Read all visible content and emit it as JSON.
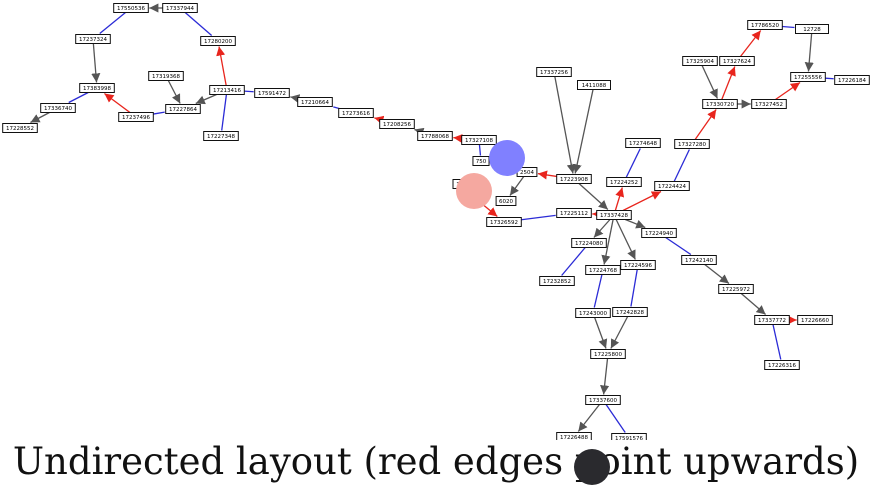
{
  "caption": "Undirected layout (red edges point upwards)",
  "colors": {
    "red": "#e8251d",
    "blue": "#2b2bd6",
    "black": "#555555",
    "blue_circle": "#8080ff",
    "pink_circle": "#f5a8a0",
    "dark_circle": "#2a2a2e"
  },
  "nodes": [
    {
      "id": "n1",
      "label": "17550536"
    },
    {
      "id": "n2",
      "label": "17337944"
    },
    {
      "id": "n3",
      "label": "17237324"
    },
    {
      "id": "n4",
      "label": "17280200"
    },
    {
      "id": "n5",
      "label": "17319368"
    },
    {
      "id": "n6",
      "label": "17383998"
    },
    {
      "id": "n7",
      "label": "17336740"
    },
    {
      "id": "n8",
      "label": "17228552"
    },
    {
      "id": "n9",
      "label": "17237496"
    },
    {
      "id": "n10",
      "label": "17227864"
    },
    {
      "id": "n11",
      "label": "17213416"
    },
    {
      "id": "n12",
      "label": "17591472"
    },
    {
      "id": "n13",
      "label": "17227348"
    },
    {
      "id": "n14",
      "label": "17210664"
    },
    {
      "id": "n15",
      "label": "17273616"
    },
    {
      "id": "n16",
      "label": "17208256"
    },
    {
      "id": "n17",
      "label": "17788068"
    },
    {
      "id": "n18",
      "label": "17327108"
    },
    {
      "id": "n19",
      "label": "750"
    },
    {
      "id": "n20",
      "label": "1"
    },
    {
      "id": "n21",
      "label": "2504"
    },
    {
      "id": "n22",
      "label": "6020"
    },
    {
      "id": "n23",
      "label": "17326592"
    },
    {
      "id": "n24",
      "label": "17337256"
    },
    {
      "id": "n25",
      "label": "1411088"
    },
    {
      "id": "n26",
      "label": "17223908"
    },
    {
      "id": "n27",
      "label": "17274648"
    },
    {
      "id": "n28",
      "label": "17224252"
    },
    {
      "id": "n29",
      "label": "17225112"
    },
    {
      "id": "n30",
      "label": "17337428"
    },
    {
      "id": "n31",
      "label": "17224424"
    },
    {
      "id": "n32",
      "label": "17327280"
    },
    {
      "id": "n33",
      "label": "17325904"
    },
    {
      "id": "n34",
      "label": "17330720"
    },
    {
      "id": "n35",
      "label": "17327624"
    },
    {
      "id": "n36",
      "label": "17786520"
    },
    {
      "id": "n37",
      "label": "12728"
    },
    {
      "id": "n38",
      "label": "17255556"
    },
    {
      "id": "n39",
      "label": "17226184"
    },
    {
      "id": "n40",
      "label": "17327452"
    },
    {
      "id": "n41",
      "label": "17224080"
    },
    {
      "id": "n42",
      "label": "17232852"
    },
    {
      "id": "n43",
      "label": "17224768"
    },
    {
      "id": "n44",
      "label": "17224596"
    },
    {
      "id": "n45",
      "label": "17224940"
    },
    {
      "id": "n46",
      "label": "17242140"
    },
    {
      "id": "n47",
      "label": "17225972"
    },
    {
      "id": "n48",
      "label": "17337772"
    },
    {
      "id": "n49",
      "label": "17226660"
    },
    {
      "id": "n50",
      "label": "17226316"
    },
    {
      "id": "n51",
      "label": "17243000"
    },
    {
      "id": "n52",
      "label": "17242828"
    },
    {
      "id": "n53",
      "label": "17225800"
    },
    {
      "id": "n54",
      "label": "17337600"
    },
    {
      "id": "n55",
      "label": "17226488"
    },
    {
      "id": "n56",
      "label": "17591576"
    }
  ],
  "edges": [
    {
      "from": "n2",
      "to": "n1",
      "color": "black",
      "arrow": true
    },
    {
      "from": "n1",
      "to": "n3",
      "color": "blue",
      "arrow": false
    },
    {
      "from": "n2",
      "to": "n4",
      "color": "blue",
      "arrow": false
    },
    {
      "from": "n3",
      "to": "n6",
      "color": "black",
      "arrow": true
    },
    {
      "from": "n6",
      "to": "n7",
      "color": "blue",
      "arrow": false
    },
    {
      "from": "n7",
      "to": "n8",
      "color": "black",
      "arrow": true
    },
    {
      "from": "n9",
      "to": "n6",
      "color": "red",
      "arrow": true
    },
    {
      "from": "n9",
      "to": "n10",
      "color": "blue",
      "arrow": false
    },
    {
      "from": "n5",
      "to": "n10",
      "color": "black",
      "arrow": true
    },
    {
      "from": "n11",
      "to": "n10",
      "color": "black",
      "arrow": true
    },
    {
      "from": "n11",
      "to": "n4",
      "color": "red",
      "arrow": true
    },
    {
      "from": "n11",
      "to": "n12",
      "color": "blue",
      "arrow": false
    },
    {
      "from": "n11",
      "to": "n13",
      "color": "blue",
      "arrow": false
    },
    {
      "from": "n14",
      "to": "n12",
      "color": "black",
      "arrow": true
    },
    {
      "from": "n15",
      "to": "n14",
      "color": "blue",
      "arrow": false
    },
    {
      "from": "n16",
      "to": "n15",
      "color": "red",
      "arrow": true
    },
    {
      "from": "n17",
      "to": "n16",
      "color": "black",
      "arrow": true
    },
    {
      "from": "n18",
      "to": "n17",
      "color": "red",
      "arrow": true
    },
    {
      "from": "n18",
      "to": "n19",
      "color": "blue",
      "arrow": false
    },
    {
      "from": "n21",
      "to": "n22",
      "color": "black",
      "arrow": true
    },
    {
      "from": "n26",
      "to": "n21",
      "color": "red",
      "arrow": true
    },
    {
      "from": "n20",
      "to": "n23",
      "color": "red",
      "arrow": true
    },
    {
      "from": "n24",
      "to": "n26",
      "color": "black",
      "arrow": true
    },
    {
      "from": "n25",
      "to": "n26",
      "color": "black",
      "arrow": true
    },
    {
      "from": "n26",
      "to": "n30",
      "color": "black",
      "arrow": true
    },
    {
      "from": "n23",
      "to": "n29",
      "color": "blue",
      "arrow": false
    },
    {
      "from": "n30",
      "to": "n29",
      "color": "red",
      "arrow": true
    },
    {
      "from": "n28",
      "to": "n27",
      "color": "blue",
      "arrow": false
    },
    {
      "from": "n30",
      "to": "n28",
      "color": "red",
      "arrow": true
    },
    {
      "from": "n30",
      "to": "n31",
      "color": "red",
      "arrow": true
    },
    {
      "from": "n31",
      "to": "n32",
      "color": "blue",
      "arrow": false
    },
    {
      "from": "n32",
      "to": "n34",
      "color": "red",
      "arrow": true
    },
    {
      "from": "n33",
      "to": "n34",
      "color": "black",
      "arrow": true
    },
    {
      "from": "n34",
      "to": "n35",
      "color": "red",
      "arrow": true
    },
    {
      "from": "n35",
      "to": "n36",
      "color": "red",
      "arrow": true
    },
    {
      "from": "n36",
      "to": "n37",
      "color": "blue",
      "arrow": false
    },
    {
      "from": "n37",
      "to": "n38",
      "color": "black",
      "arrow": true
    },
    {
      "from": "n38",
      "to": "n39",
      "color": "blue",
      "arrow": false
    },
    {
      "from": "n40",
      "to": "n38",
      "color": "red",
      "arrow": true
    },
    {
      "from": "n34",
      "to": "n40",
      "color": "black",
      "arrow": true
    },
    {
      "from": "n30",
      "to": "n41",
      "color": "black",
      "arrow": true
    },
    {
      "from": "n41",
      "to": "n42",
      "color": "blue",
      "arrow": false
    },
    {
      "from": "n30",
      "to": "n43",
      "color": "black",
      "arrow": true
    },
    {
      "from": "n30",
      "to": "n44",
      "color": "black",
      "arrow": true
    },
    {
      "from": "n30",
      "to": "n45",
      "color": "black",
      "arrow": true
    },
    {
      "from": "n45",
      "to": "n46",
      "color": "blue",
      "arrow": false
    },
    {
      "from": "n46",
      "to": "n47",
      "color": "black",
      "arrow": true
    },
    {
      "from": "n47",
      "to": "n48",
      "color": "black",
      "arrow": true
    },
    {
      "from": "n48",
      "to": "n49",
      "color": "red",
      "arrow": true
    },
    {
      "from": "n48",
      "to": "n50",
      "color": "blue",
      "arrow": false
    },
    {
      "from": "n43",
      "to": "n51",
      "color": "blue",
      "arrow": false
    },
    {
      "from": "n44",
      "to": "n52",
      "color": "blue",
      "arrow": false
    },
    {
      "from": "n51",
      "to": "n53",
      "color": "black",
      "arrow": true
    },
    {
      "from": "n52",
      "to": "n53",
      "color": "black",
      "arrow": true
    },
    {
      "from": "n53",
      "to": "n54",
      "color": "black",
      "arrow": true
    },
    {
      "from": "n54",
      "to": "n55",
      "color": "black",
      "arrow": true
    },
    {
      "from": "n54",
      "to": "n56",
      "color": "blue",
      "arrow": false
    }
  ]
}
